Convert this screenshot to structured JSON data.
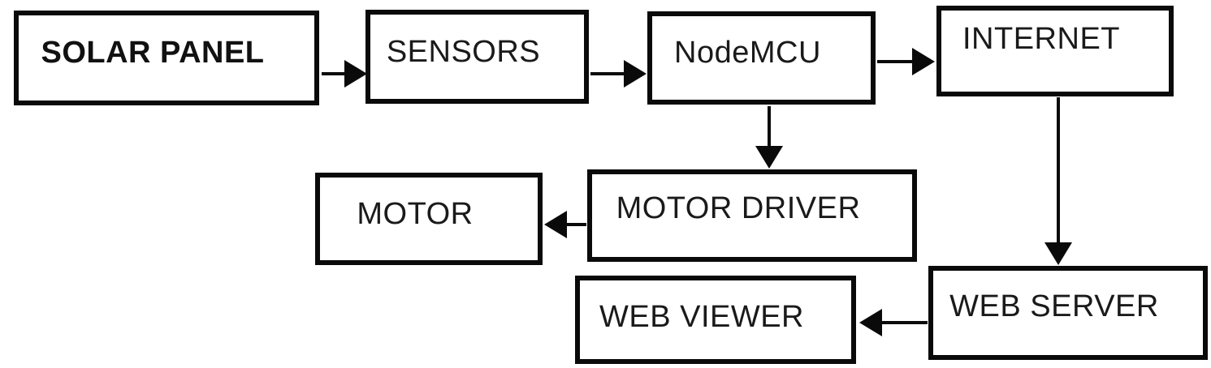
{
  "diagram": {
    "type": "block-diagram",
    "description": "Solar panel IoT monitoring and motor control system block diagram",
    "colors": {
      "background": "#ffffff",
      "box_fill": "#ffffff",
      "box_border": "#0a0a0a",
      "arrow": "#0a0a0a",
      "text": "#1a1a1a"
    },
    "nodes": [
      {
        "id": "solar-panel",
        "label": "SOLAR PANEL",
        "bold": true
      },
      {
        "id": "sensors",
        "label": "SENSORS",
        "bold": false
      },
      {
        "id": "nodemcu",
        "label": "NodeMCU",
        "bold": false
      },
      {
        "id": "internet",
        "label": "INTERNET",
        "bold": false
      },
      {
        "id": "motor",
        "label": "MOTOR",
        "bold": false
      },
      {
        "id": "motor-driver",
        "label": "MOTOR DRIVER",
        "bold": false
      },
      {
        "id": "web-viewer",
        "label": "WEB VIEWER",
        "bold": false
      },
      {
        "id": "web-server",
        "label": "WEB SERVER",
        "bold": false
      }
    ],
    "edges": [
      {
        "from": "solar-panel",
        "to": "sensors",
        "direction": "right"
      },
      {
        "from": "sensors",
        "to": "nodemcu",
        "direction": "right"
      },
      {
        "from": "nodemcu",
        "to": "internet",
        "direction": "right"
      },
      {
        "from": "nodemcu",
        "to": "motor-driver",
        "direction": "down"
      },
      {
        "from": "motor-driver",
        "to": "motor",
        "direction": "left"
      },
      {
        "from": "internet",
        "to": "web-server",
        "direction": "down"
      },
      {
        "from": "web-server",
        "to": "web-viewer",
        "direction": "left"
      }
    ]
  }
}
